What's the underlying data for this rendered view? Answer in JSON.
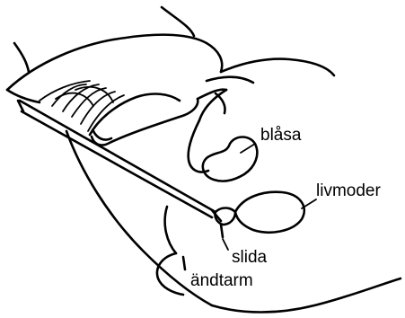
{
  "labels": {
    "bladder": "blåsa",
    "uterus": "livmoder",
    "vagina": "slida",
    "rectum": "ändtarm"
  },
  "colors": {
    "ink": "#000000",
    "background": "#ffffff"
  }
}
